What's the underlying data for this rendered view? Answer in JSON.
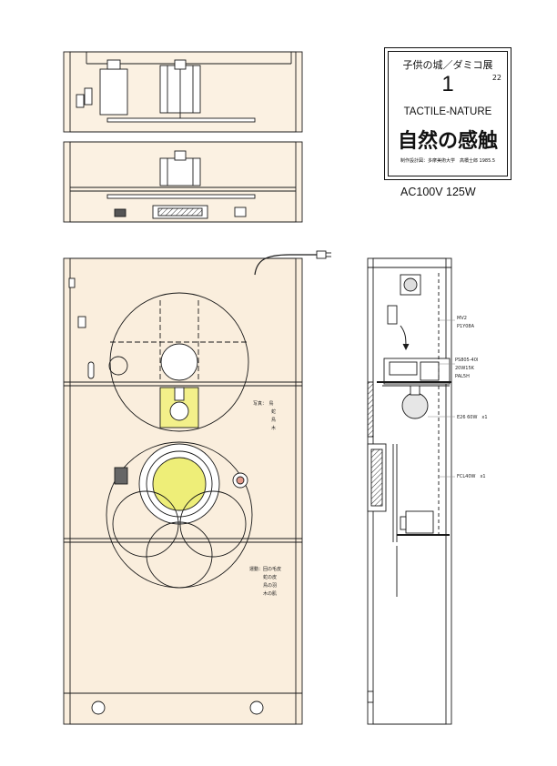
{
  "title_block": {
    "series": "子供の城／ダミコ展",
    "number": "1",
    "sub_number": "22",
    "title_en": "TACTILE-NATURE",
    "title_jp": "自然の感触",
    "credit": "制作設計図：多摩美術大学　高橋士郎 1985.5"
  },
  "power_rating": "AC100V 125W",
  "front_notes": {
    "upper": "写真：　鳥\n　　　　蛇\n　　　　鳥\n　　　　木",
    "lower": "運動：回の毛皮\n　　　蛇の皮\n　　　鳥の羽\n　　　木の肌"
  },
  "side_notes": {
    "motor": "MV2\nP1Y08A",
    "gear": "PS805-40l\n20W15K\nPAL5H",
    "lamp": "E26 60W　x1",
    "fluorescent": "FCL40W　x1"
  },
  "colors": {
    "panel_fill": "#faeedd",
    "lamp_yellow": "#f3f08a",
    "bulb_yellow": "#eeee78",
    "line": "#1a1a1a"
  }
}
